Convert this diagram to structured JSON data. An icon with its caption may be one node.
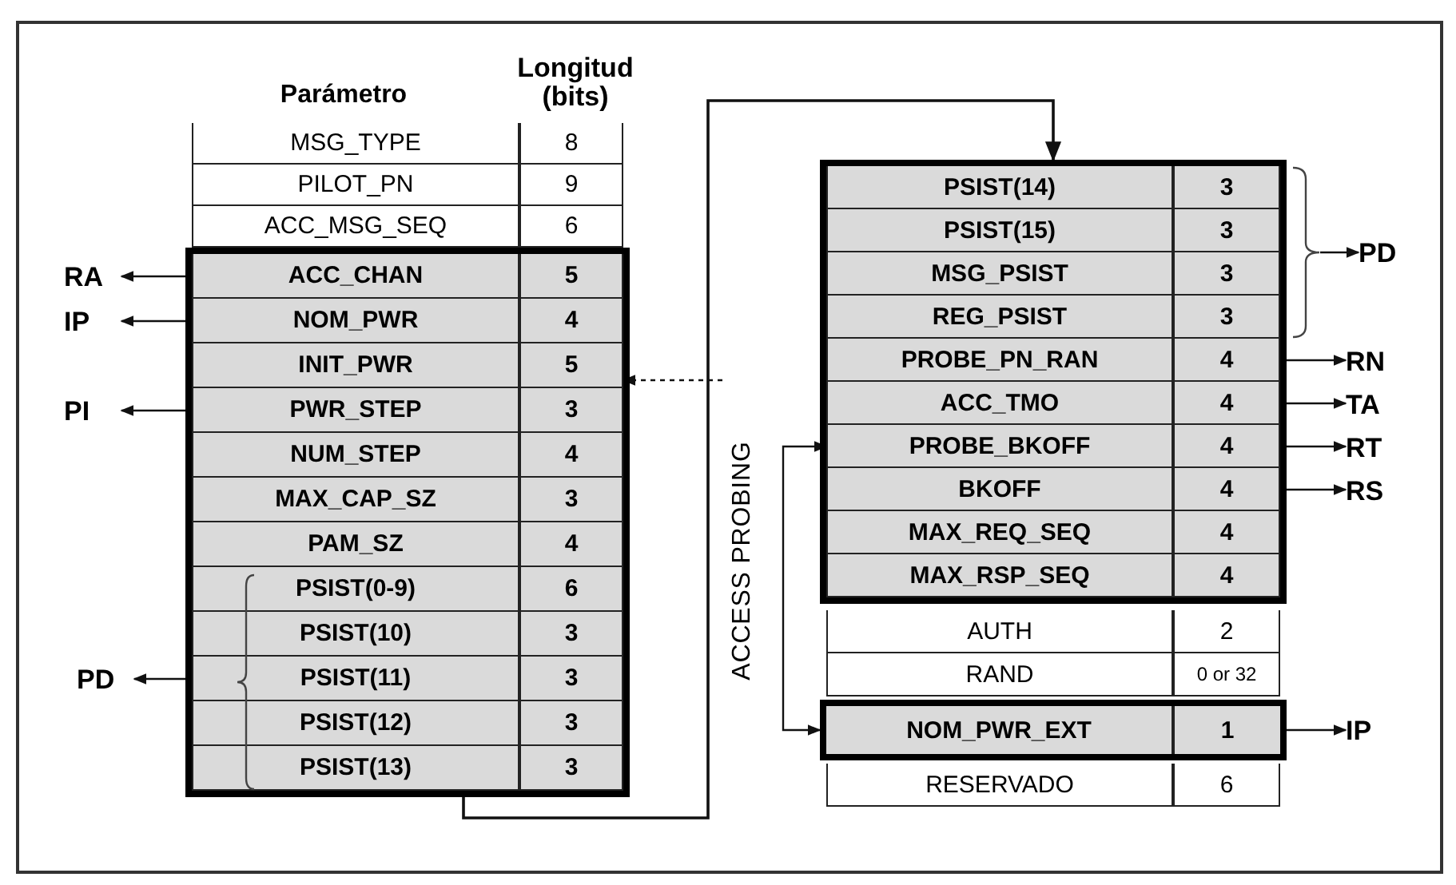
{
  "diagram": {
    "nodes": [
      {
        "text": [
          "MSG_TYPE",
          "8"
        ]
      },
      {
        "text": [
          "PILOT_PN",
          "9"
        ]
      },
      {
        "text": [
          "ACC_MSG_SEQ",
          "6"
        ]
      },
      {
        "text": [],
        "shape": "box"
      },
      {
        "text": [
          "ACC_CHAN",
          "5"
        ],
        "in": 3
      },
      {
        "text": [
          "NOM_PWR",
          "4"
        ],
        "in": 3
      },
      {
        "text": [
          "INIT_PWR",
          "5"
        ],
        "in": 3
      },
      {
        "text": [
          "PWR_STEP",
          "3"
        ],
        "in": 3
      },
      {
        "text": [
          "NUM_STEP",
          "4"
        ],
        "in": 3
      },
      {
        "text": [
          "MAX_CAP_SZ",
          "3"
        ],
        "in": 3
      },
      {
        "text": [
          "PAM_SZ",
          "4"
        ],
        "in": 3
      },
      {
        "text": [
          "PSIST(0-9)",
          "6"
        ],
        "in": 3
      },
      {
        "text": [
          "PSIST(10)",
          "3"
        ],
        "in": 3
      },
      {
        "text": [
          "PSIST(11)",
          "3"
        ],
        "in": 3
      },
      {
        "text": [
          "PSIST(12)",
          "3"
        ],
        "in": 3
      },
      {
        "text": [
          "PSIST(13)",
          "3"
        ],
        "in": 3
      },
      {
        "text": [],
        "shape": "box"
      },
      {
        "text": [
          "PSIST(14)",
          "3"
        ],
        "in": 16
      },
      {
        "text": [
          "PSIST(15)",
          "3"
        ],
        "in": 16
      },
      {
        "text": [
          "MSG_PSIST",
          "3"
        ],
        "in": 16
      },
      {
        "text": [
          "REG_PSIST",
          "3"
        ],
        "in": 16
      },
      {
        "text": [
          "PROBE_PN_RAN",
          "4"
        ],
        "in": 16
      },
      {
        "text": [
          "ACC_TMO",
          "4"
        ],
        "in": 16
      },
      {
        "text": [
          "PROBE_BKOFF",
          "4"
        ],
        "in": 16
      },
      {
        "text": [
          "BKOFF",
          "4"
        ],
        "in": 16
      },
      {
        "text": [
          "MAX_REQ_SEQ",
          "4"
        ],
        "in": 16
      },
      {
        "text": [
          "MAX_RSP_SEQ",
          "4"
        ],
        "in": 16
      },
      {
        "text": [],
        "shape": "brace"
      },
      {
        "text": [
          "AUTH",
          "2"
        ]
      },
      {
        "text": [
          "RAND",
          "0 or 32"
        ]
      },
      {
        "text": [
          "NOM_PWR_EXT",
          "1"
        ]
      },
      {
        "text": [
          "RESERVADO",
          "6"
        ]
      },
      {
        "text": [
          "ACCESS PROBING"
        ]
      },
      {
        "text": [
          "RA"
        ]
      },
      {
        "text": [
          "IP"
        ]
      },
      {
        "text": [
          "PI"
        ]
      },
      {
        "text": [
          "PD"
        ]
      },
      {
        "text": [
          "PD"
        ]
      },
      {
        "text": [
          "RN"
        ]
      },
      {
        "text": [
          "TA"
        ]
      },
      {
        "text": [
          "RT"
        ]
      },
      {
        "text": [
          "RS"
        ]
      },
      {
        "text": [
          "IP"
        ]
      }
    ],
    "edges": [
      {
        "from": 3,
        "to": 16,
        "arrow": "to"
      },
      {
        "from": 4,
        "to": 33,
        "arrow": "to"
      },
      {
        "from": 5,
        "to": 34,
        "arrow": "to"
      },
      {
        "from": 7,
        "to": 35,
        "arrow": "to"
      },
      {
        "from": 13,
        "to": 36,
        "arrow": "to"
      },
      {
        "from": 27,
        "to": 37,
        "arrow": "to"
      },
      {
        "from": 21,
        "to": 38,
        "arrow": "to"
      },
      {
        "from": 22,
        "to": 39,
        "arrow": "to"
      },
      {
        "from": 23,
        "to": 40,
        "arrow": "to"
      },
      {
        "from": 24,
        "to": 41,
        "arrow": "to"
      },
      {
        "from": 30,
        "to": 42,
        "arrow": "to"
      },
      {
        "from": 32,
        "to": 6,
        "arrow": "to",
        "style": "dashed"
      },
      {
        "from": 32,
        "to": 23,
        "arrow": "to"
      },
      {
        "from": 32,
        "to": 30,
        "arrow": "to"
      }
    ],
    "labels": [
      "Parámetro",
      "Longitud (bits)"
    ]
  }
}
